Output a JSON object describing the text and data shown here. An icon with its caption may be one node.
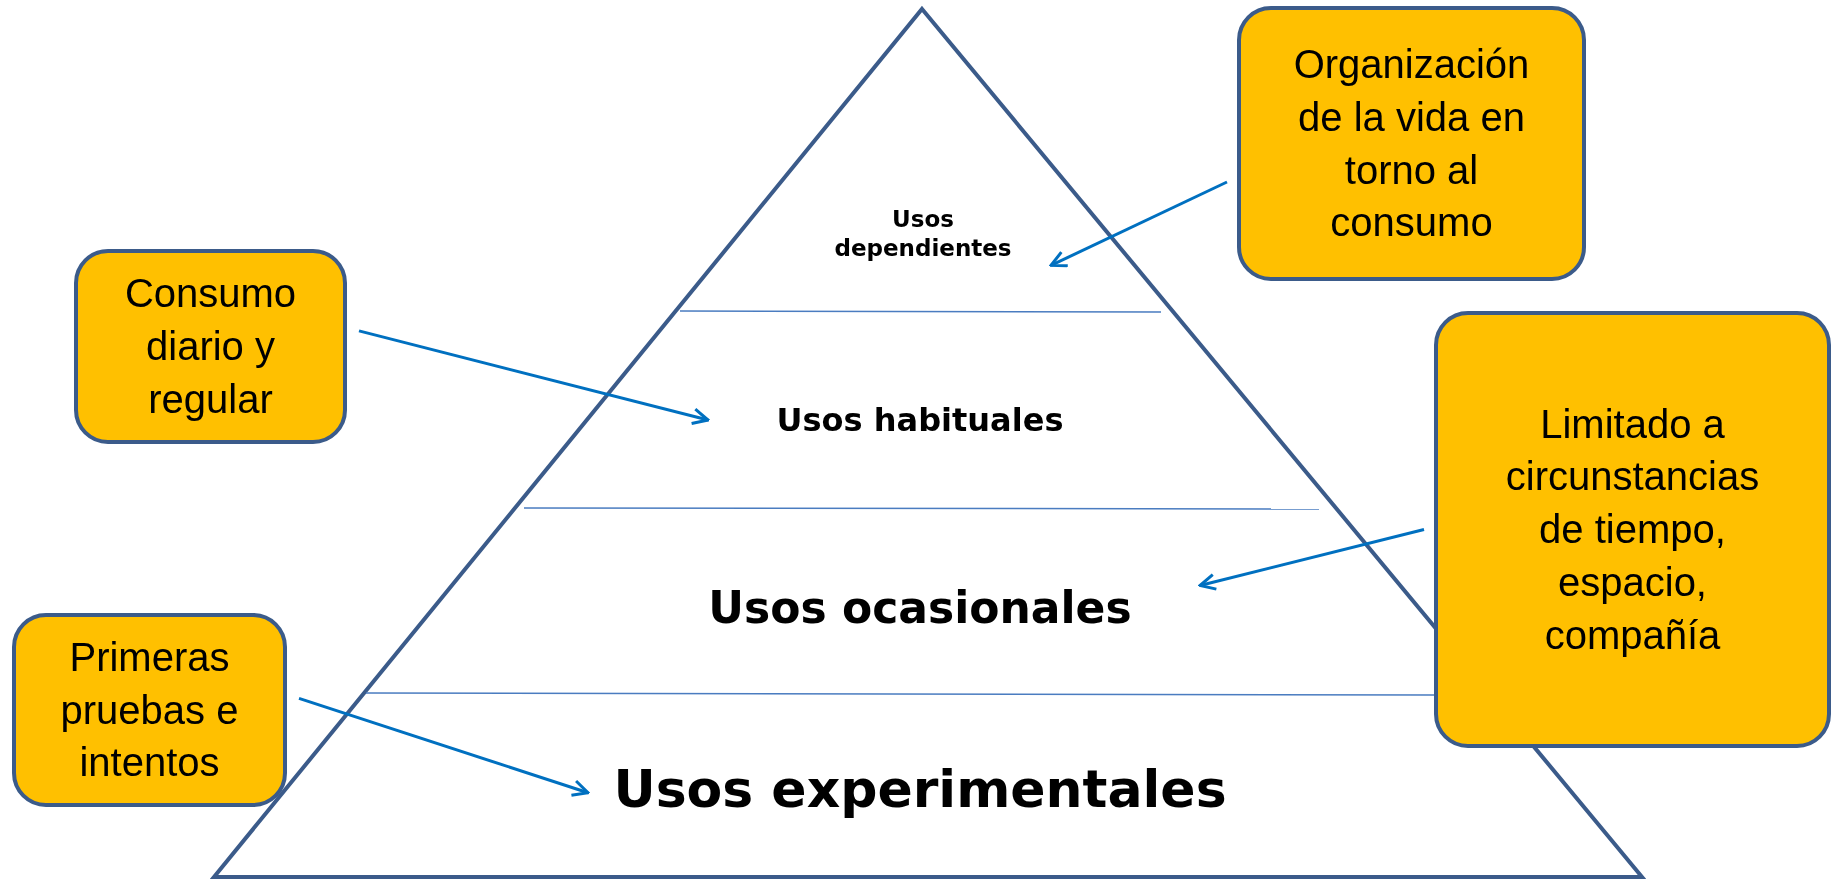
{
  "diagram": {
    "nodes": [
      {
        "text": [
          "Usos dependientes"
        ]
      },
      {
        "text": [
          "Usos habituales"
        ]
      },
      {
        "text": [
          "Usos ocasionales"
        ]
      },
      {
        "text": [
          "Usos experimentales"
        ]
      },
      {
        "text": [
          "Organización de la vida en torno al consumo"
        ]
      },
      {
        "text": [
          "Consumo diario y regular"
        ]
      },
      {
        "text": [
          "Limitado a circunstancias de tiempo, espacio, compañía"
        ]
      },
      {
        "text": [
          "Primeras pruebas e intentos"
        ]
      }
    ],
    "edges": [
      {
        "from": 4,
        "to": 0,
        "arrow": "to"
      },
      {
        "from": 5,
        "to": 1,
        "arrow": "to"
      },
      {
        "from": 6,
        "to": 2,
        "arrow": "to"
      },
      {
        "from": 7,
        "to": 3,
        "arrow": "to"
      }
    ]
  }
}
